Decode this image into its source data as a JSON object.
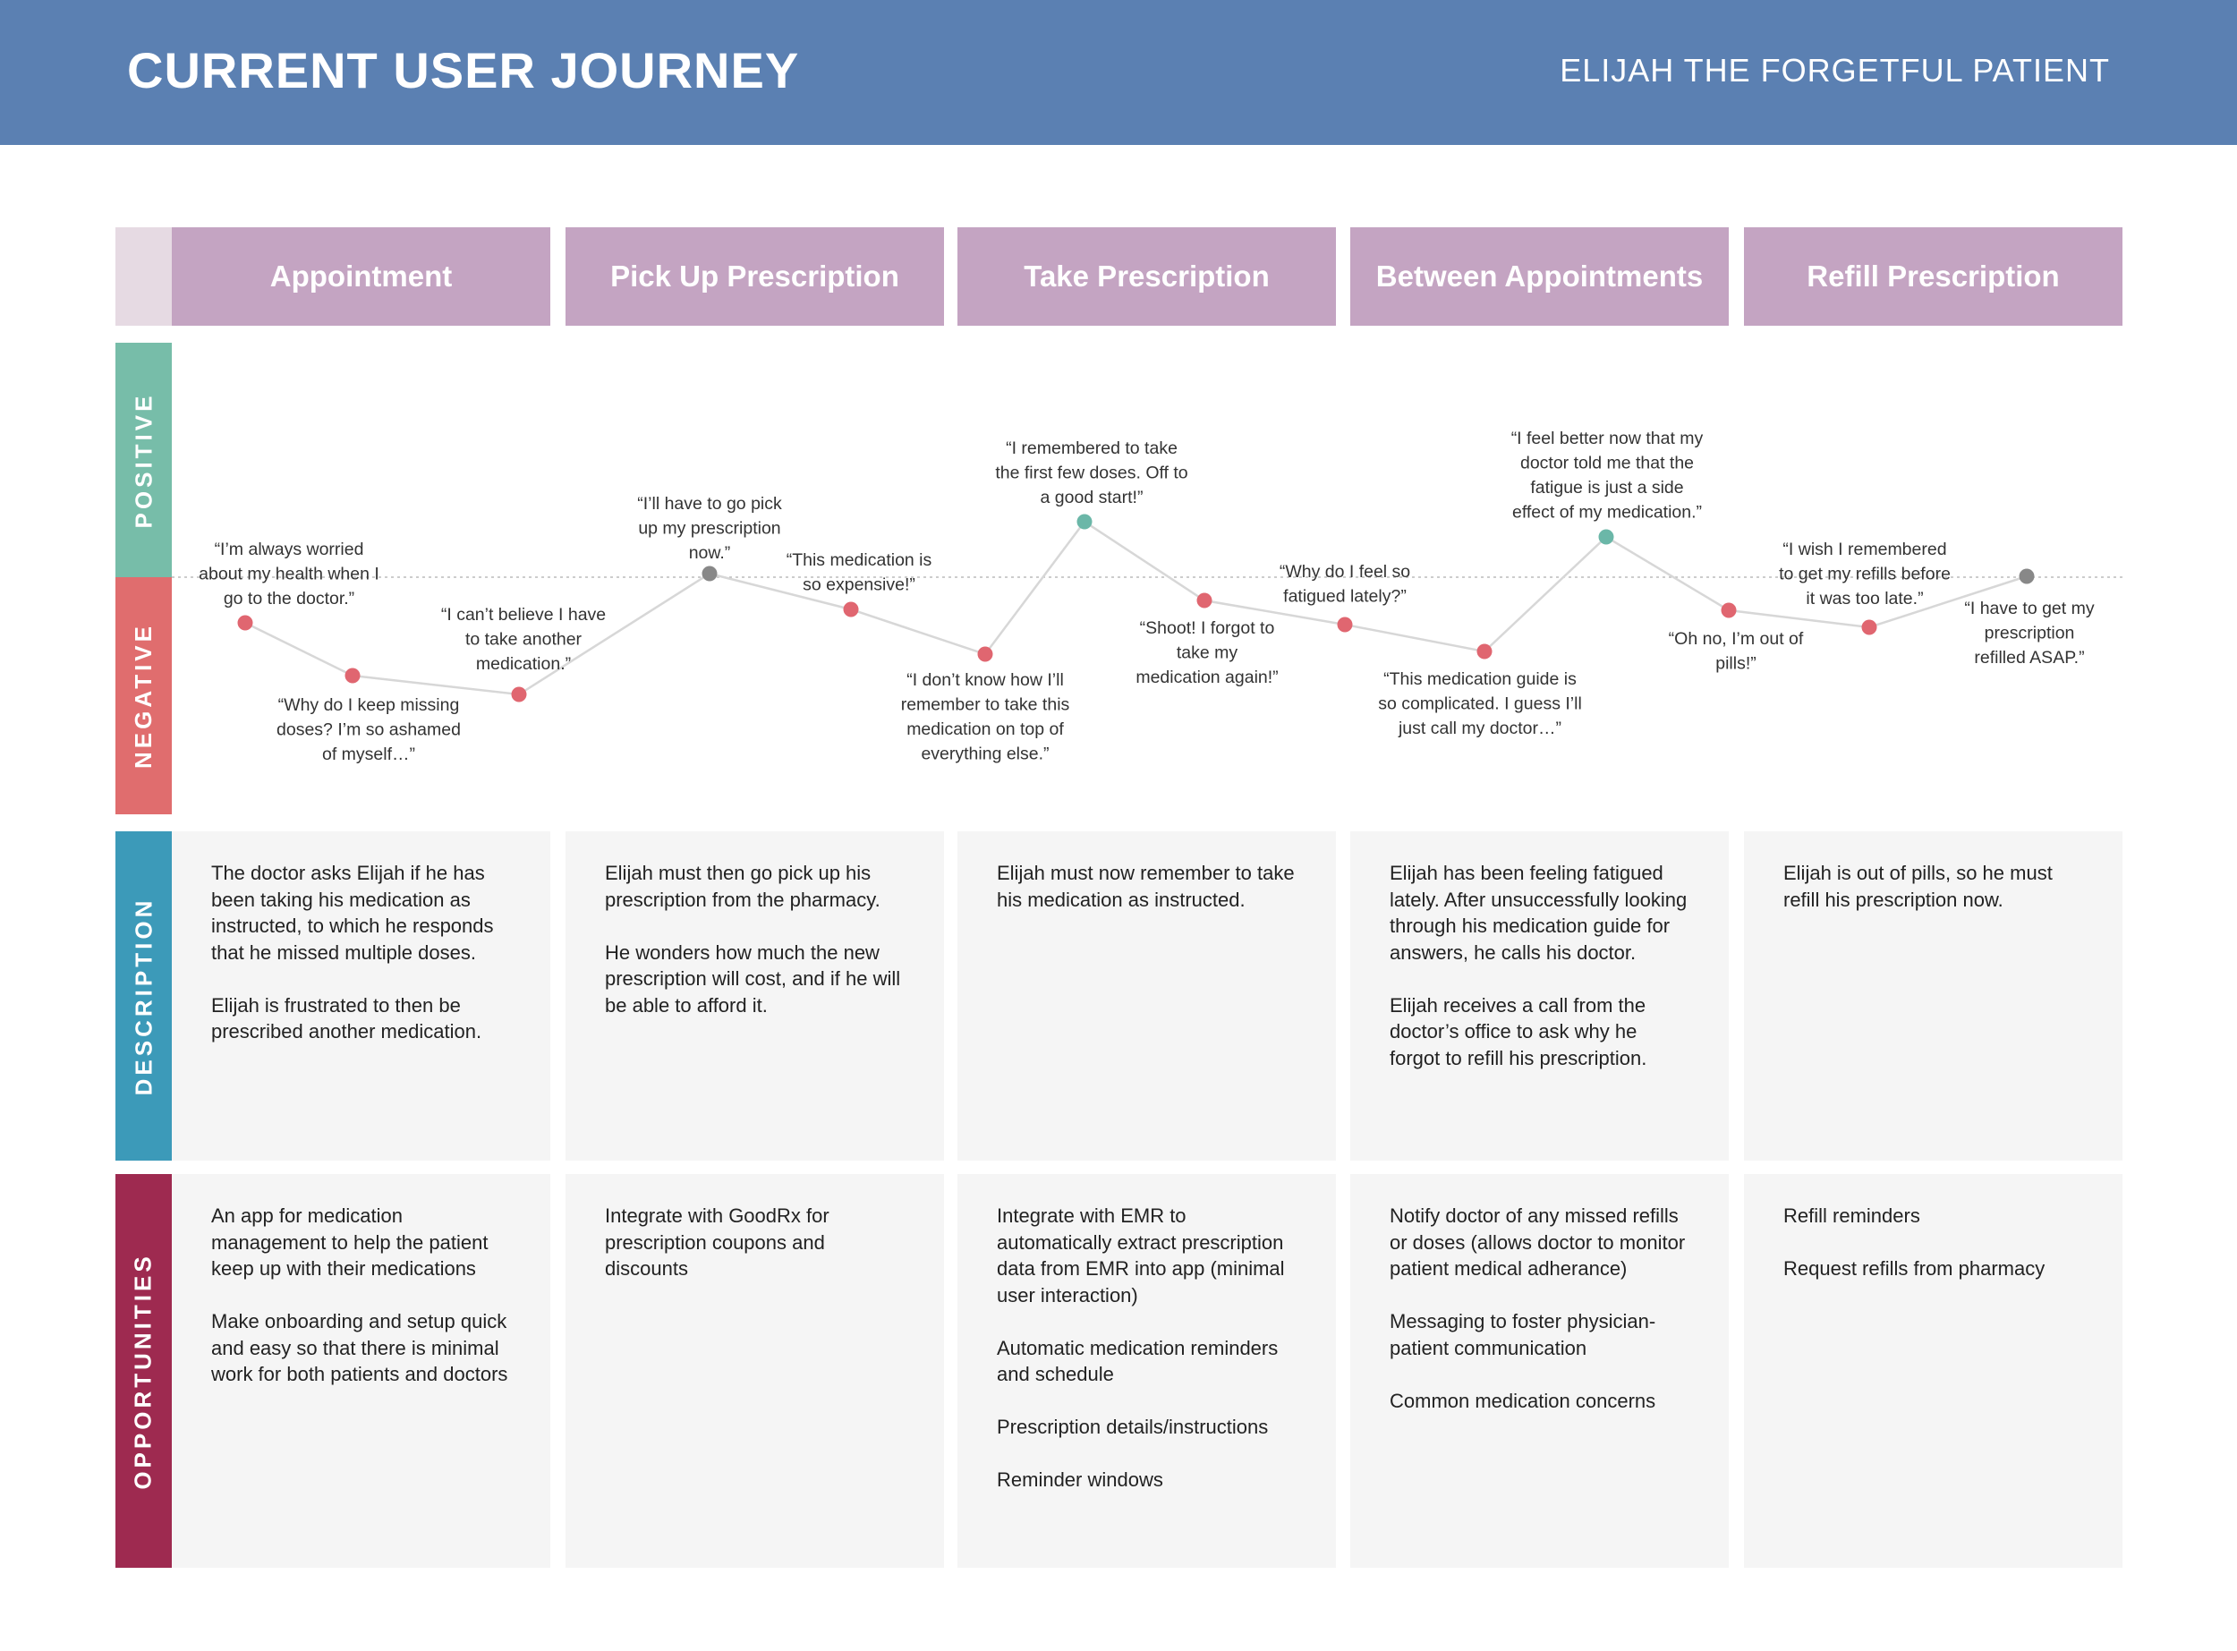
{
  "header": {
    "title": "CURRENT USER JOURNEY",
    "subtitle": "ELIJAH THE FORGETFUL PATIENT"
  },
  "stages": [
    "Appointment",
    "Pick Up Prescription",
    "Take Prescription",
    "Between Appointments",
    "Refill Prescription"
  ],
  "row_labels": {
    "positive": "POSITIVE",
    "negative": "NEGATIVE",
    "description": "DESCRIPTION",
    "opportunities": "OPPORTUNITIES"
  },
  "colors": {
    "header": "#5b80b2",
    "stage": "#c4a4c2",
    "stage_strip": "#e6dae3",
    "positive": "#77bda9",
    "negative": "#e06d6e",
    "description": "#3c9ab9",
    "opportunities": "#9e2a50",
    "point_positive": "#6bb7a8",
    "point_negative": "#e06670",
    "point_neutral": "#888888",
    "cell_background": "#f5f5f5"
  },
  "emotion_points": [
    {
      "sentiment": "negative",
      "quote": [
        "“I’m always worried",
        "about my health when I",
        "go to the doctor.”"
      ]
    },
    {
      "sentiment": "negative",
      "quote": [
        "“Why do I keep missing",
        "doses? I’m so ashamed",
        "of myself…”"
      ]
    },
    {
      "sentiment": "negative",
      "quote": [
        "“I can’t believe I have",
        "to take another",
        "medication.”"
      ]
    },
    {
      "sentiment": "neutral",
      "quote": [
        "“I’ll have to go pick",
        "up my prescription",
        "now.”"
      ]
    },
    {
      "sentiment": "negative",
      "quote": [
        "“This medication is",
        "so expensive!”"
      ]
    },
    {
      "sentiment": "negative",
      "quote": [
        "“I don’t know how I’ll",
        "remember to take this",
        "medication on top of",
        "everything else.”"
      ]
    },
    {
      "sentiment": "positive",
      "quote": [
        "“I remembered to take",
        "the first few doses. Off to",
        "a good start!”"
      ]
    },
    {
      "sentiment": "negative",
      "quote": [
        "“Shoot! I forgot to",
        "take my",
        "medication again!”"
      ]
    },
    {
      "sentiment": "negative",
      "quote": [
        "“Why do I feel so",
        "fatigued lately?”"
      ]
    },
    {
      "sentiment": "negative",
      "quote": [
        "“This medication guide is",
        "so complicated. I guess I’ll",
        "just call my doctor…”"
      ]
    },
    {
      "sentiment": "positive",
      "quote": [
        "“I feel better now that my",
        "doctor told me that the",
        "fatigue is just a side",
        "effect of my medication.”"
      ]
    },
    {
      "sentiment": "negative",
      "quote": [
        "“Oh no, I’m out of",
        "pills!”"
      ]
    },
    {
      "sentiment": "negative",
      "quote": [
        "“I wish I remembered",
        "to get my refills before",
        "it was too late.”"
      ]
    },
    {
      "sentiment": "neutral",
      "quote": [
        "“I have to get my",
        "prescription",
        "refilled ASAP.”"
      ]
    }
  ],
  "descriptions": [
    [
      "The doctor asks Elijah if he has been taking his medication as instructed, to which he responds that he missed multiple doses.",
      "Elijah is frustrated to then be prescribed another medication."
    ],
    [
      "Elijah must then go pick up his prescription from the pharmacy.",
      "He wonders how much the new prescription will cost, and if he will be able to afford it."
    ],
    [
      "Elijah must now remember to take his medication as instructed."
    ],
    [
      "Elijah has been feeling fatigued lately. After unsuccessfully looking through his medication guide for answers, he calls his doctor.",
      "Elijah receives a call from the doctor’s office to ask why he forgot to refill his prescription."
    ],
    [
      "Elijah is out of pills, so he must refill his prescription now."
    ]
  ],
  "opportunities": [
    [
      "An app for medication management to help the patient keep up with their medications",
      "Make onboarding and setup quick and easy so that there is minimal work for both patients and doctors"
    ],
    [
      "Integrate with GoodRx for prescription coupons and discounts"
    ],
    [
      "Integrate with EMR to automatically extract prescription data from EMR into app (minimal user interaction)",
      "Automatic medication reminders and schedule",
      "Prescription details/instructions",
      "Reminder windows"
    ],
    [
      "Notify doctor of any missed refills or doses (allows doctor to monitor patient medical adherance)",
      "Messaging to foster physician-patient communication",
      "Common medication concerns"
    ],
    [
      "Refill reminders",
      "Request refills from pharmacy"
    ]
  ]
}
